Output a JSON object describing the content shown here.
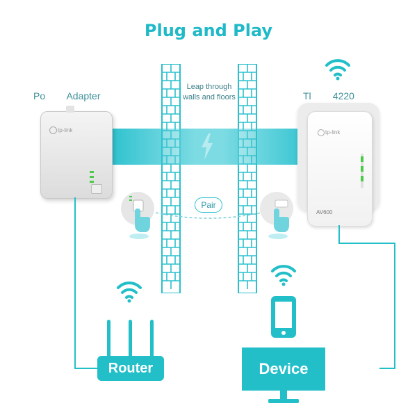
{
  "title": "Plug and Play",
  "left_label": "Po        Adapter",
  "right_label": "Tl        4220",
  "wall_note_line1": "Leap through",
  "wall_note_line2": "walls and floors",
  "pair_label": "Pair",
  "left_device": {
    "brand": "tp-link"
  },
  "right_device": {
    "brand": "tp-link",
    "model": "AV600"
  },
  "router_label": "Router",
  "device_label": "Device",
  "colors": {
    "accent": "#22bfc9",
    "title": "#1fb9c7",
    "wall": "#2bc0cd",
    "led": "#4bc94b"
  },
  "icons": [
    "wifi-icon",
    "lightning-icon",
    "phone-icon",
    "monitor-icon",
    "router-icon",
    "hand-pointer-icon"
  ]
}
